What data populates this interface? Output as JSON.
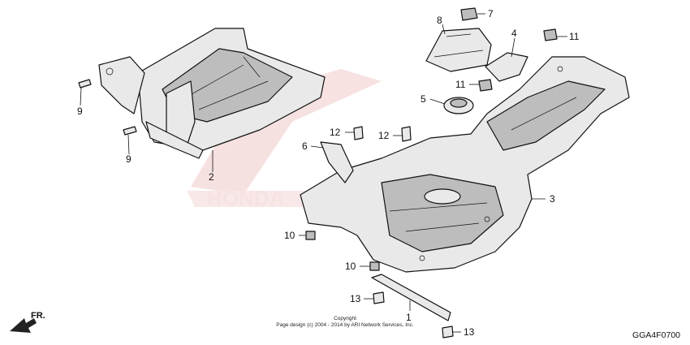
{
  "diagram": {
    "callouts": [
      "1",
      "2",
      "3",
      "4",
      "5",
      "6",
      "7",
      "8",
      "9",
      "9",
      "10",
      "10",
      "11",
      "11",
      "12",
      "12",
      "13",
      "13"
    ],
    "watermark": "HONDA",
    "direction_label": "FR.",
    "copyright_line1": "Copyright",
    "copyright_line2": "Page design (c) 2004 - 2014 by ARI Network Services, Inc.",
    "diagram_code": "GGA4F0700"
  }
}
